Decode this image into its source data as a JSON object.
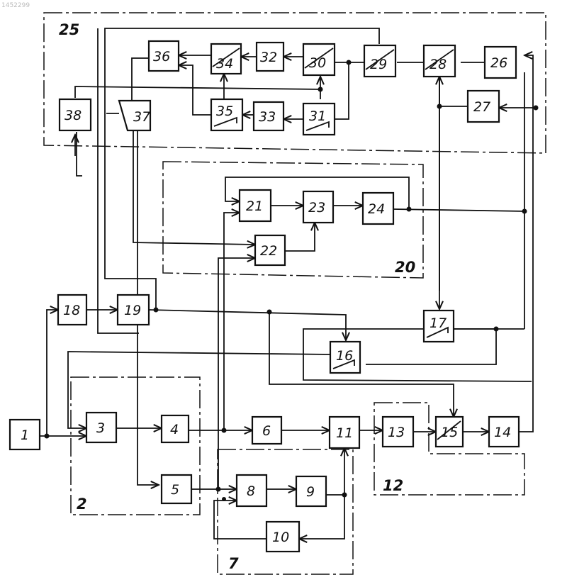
{
  "doc_id": "1452299",
  "groups": [
    "25",
    "20",
    "2",
    "7",
    "12"
  ],
  "blocks": [
    "1",
    "3",
    "4",
    "5",
    "6",
    "8",
    "9",
    "10",
    "11",
    "13",
    "14",
    "15",
    "16",
    "17",
    "18",
    "19",
    "21",
    "22",
    "23",
    "24",
    "26",
    "27",
    "28",
    "29",
    "30",
    "31",
    "32",
    "33",
    "34",
    "35",
    "36",
    "37",
    "38"
  ]
}
